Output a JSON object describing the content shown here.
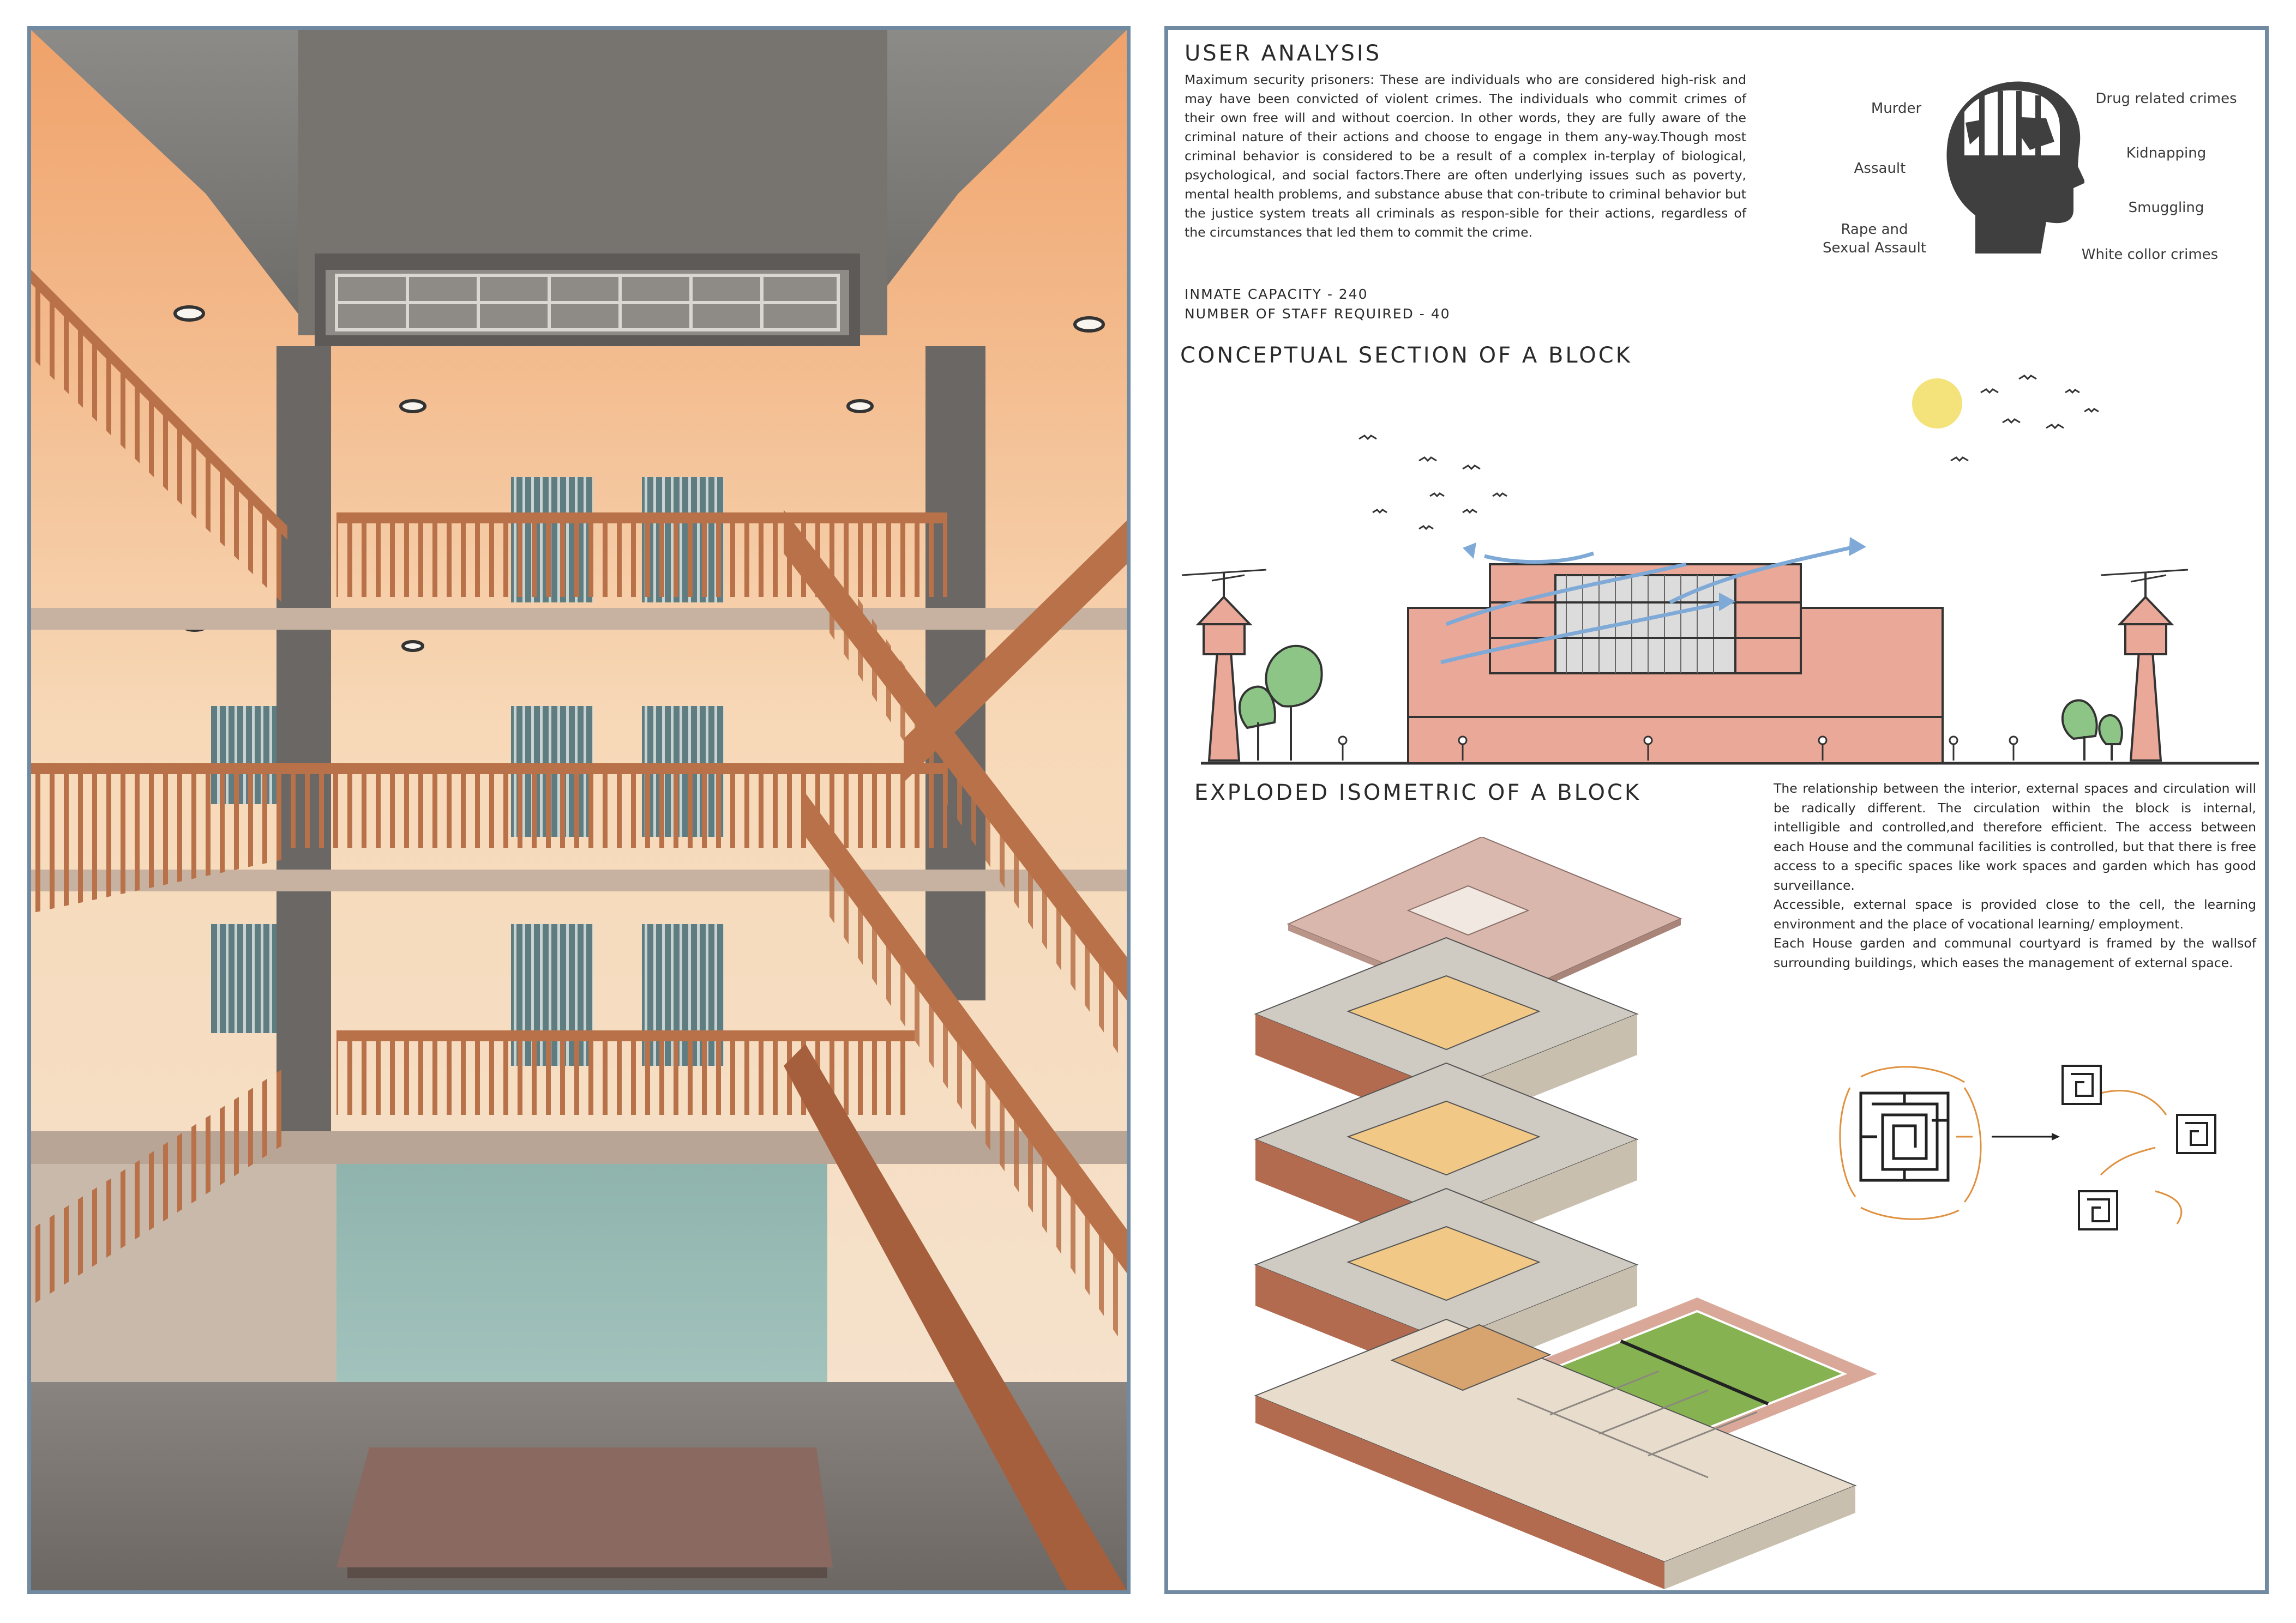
{
  "user_analysis": {
    "title": "USER ANALYSIS",
    "description": "Maximum security prisoners: These are individuals who are considered high-risk and may have been convicted of violent crimes. The individuals who commit crimes of their own free will and without coercion. In other words, they are fully aware of the criminal nature of their actions and choose to engage in them any-way.Though most criminal behavior is considered to be a result of a complex in-terplay of biological, psychological, and social factors.There are often underlying issues such as poverty, mental health problems, and substance abuse that con-tribute to criminal behavior but the justice system treats all criminals as respon-sible for their  actions, regardless of the circumstances that led them to commit the crime.",
    "inmate_capacity": "INMATE CAPACITY - 240",
    "staff_required": "NUMBER OF STAFF REQUIRED - 40",
    "crimes": {
      "murder": "Murder",
      "assault": "Assault",
      "rape": "Rape and\nSexual Assault",
      "drug": "Drug related crimes",
      "kidnapping": "Kidnapping",
      "smuggling": "Smuggling",
      "white_collar": "White collor crimes"
    }
  },
  "conceptual_section": {
    "title": "CONCEPTUAL SECTION OF A BLOCK"
  },
  "exploded_isometric": {
    "title": "EXPLODED ISOMETRIC OF A BLOCK",
    "description": "The relationship between the interior, external spaces and circulation will be radically different.  The circulation within the block is internal, intelligible and controlled,and therefore efficient. The access between each House and the communal facilities is controlled, but that there is free access to a specific spaces like work spaces and garden which has good surveillance.\nAccessible, external space is provided close to the cell, the learning environment and the place of vocational learning/ employment.\nEach House garden and communal courtyard is framed by the wallsof surrounding buildings, which eases the management of external space."
  },
  "colors": {
    "frame_border": "#6f8aa1",
    "terracotta": "#e9a898",
    "tree_green": "#8cc586",
    "sun_yellow": "#f4e27a",
    "arrow_blue": "#7fa9d6",
    "accent_orange": "#e0913f",
    "court_green": "#86b252"
  }
}
